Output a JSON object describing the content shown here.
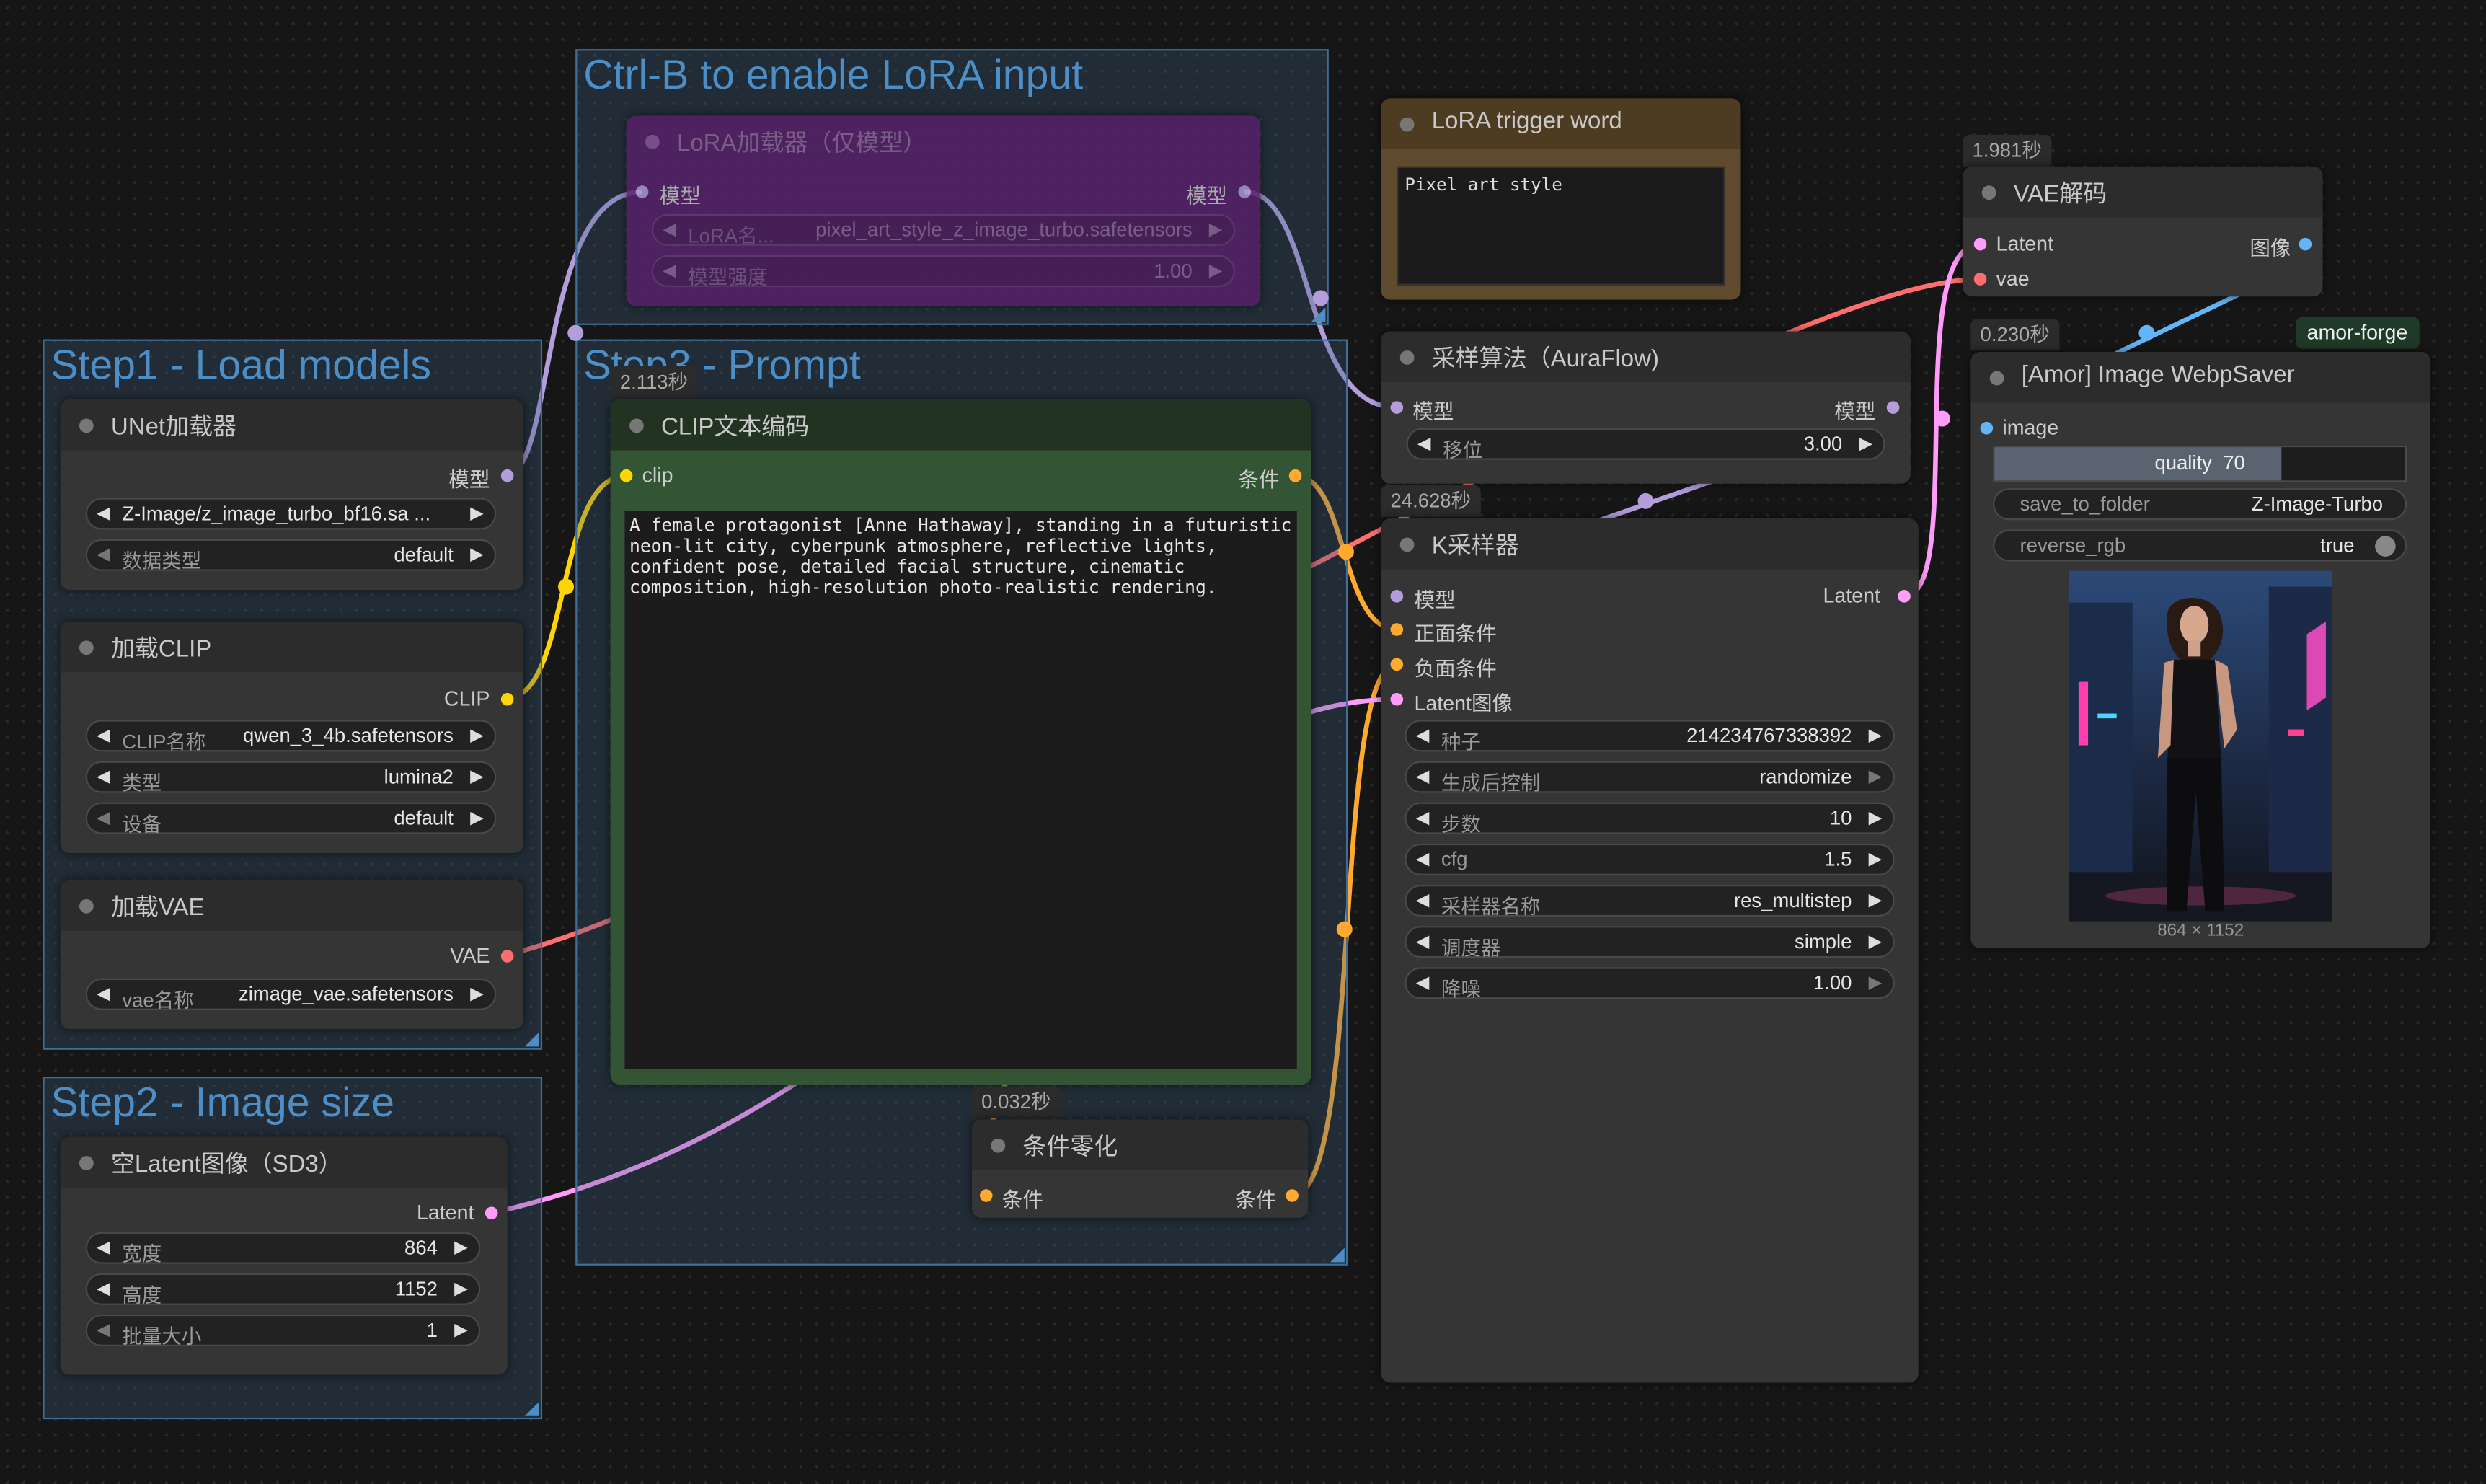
{
  "colors": {
    "model": "#b39ddb",
    "clip": "#ffd500",
    "conditioning": "#ffa931",
    "vae": "#ff6e6e",
    "latent": "#ff9cf9",
    "image": "#64b5f6"
  },
  "groups": {
    "lora": "Ctrl-B to enable LoRA input",
    "step1": "Step1 - Load models",
    "step2": "Step2 - Image size",
    "step3": "Step3 - Prompt"
  },
  "lora_loader": {
    "title": "LoRA加载器（仅模型）",
    "in_model": "模型",
    "out_model": "模型",
    "lora_name_label": "LoRA名...",
    "lora_name_value": "pixel_art_style_z_image_turbo.safetensors",
    "strength_label": "模型强度",
    "strength_value": "1.00"
  },
  "trigger_word": {
    "title": "LoRA trigger word",
    "text": "Pixel art style"
  },
  "vae_decode": {
    "timing": "1.981秒",
    "title": "VAE解码",
    "in_latent": "Latent",
    "in_vae": "vae",
    "out_image": "图像"
  },
  "webp_saver": {
    "timing": "0.230秒",
    "badge": "amor-forge",
    "title": "[Amor] Image WebpSaver",
    "in_image": "image",
    "quality_label": "quality",
    "quality_value": "70",
    "folder_label": "save_to_folder",
    "folder_value": "Z-Image-Turbo",
    "rgb_label": "reverse_rgb",
    "rgb_value": "true",
    "image_size": "864 × 1152"
  },
  "unet_loader": {
    "title": "UNet加载器",
    "out_model": "模型",
    "unet_value": "Z-Image/z_image_turbo_bf16.sa ...",
    "dtype_label": "数据类型",
    "dtype_value": "default"
  },
  "clip_loader": {
    "title": "加载CLIP",
    "out_clip": "CLIP",
    "name_label": "CLIP名称",
    "name_value": "qwen_3_4b.safetensors",
    "type_label": "类型",
    "type_value": "lumina2",
    "device_label": "设备",
    "device_value": "default"
  },
  "vae_loader": {
    "title": "加载VAE",
    "out_vae": "VAE",
    "name_label": "vae名称",
    "name_value": "zimage_vae.safetensors"
  },
  "empty_latent": {
    "title": "空Latent图像（SD3）",
    "out_latent": "Latent",
    "width_label": "宽度",
    "width_value": "864",
    "height_label": "高度",
    "height_value": "1152",
    "batch_label": "批量大小",
    "batch_value": "1"
  },
  "clip_encode": {
    "timing": "2.113秒",
    "title": "CLIP文本编码",
    "in_clip": "clip",
    "out_cond": "条件",
    "prompt": "A female protagonist [Anne Hathaway], standing in a futuristic neon-lit city, cyberpunk atmosphere, reflective lights, confident pose, detailed facial structure, cinematic composition, high-resolution photo-realistic rendering."
  },
  "cond_zero": {
    "timing": "0.032秒",
    "title": "条件零化",
    "in_cond": "条件",
    "out_cond": "条件"
  },
  "aura_sampling": {
    "title": "采样算法（AuraFlow)",
    "in_model": "模型",
    "out_model": "模型",
    "shift_label": "移位",
    "shift_value": "3.00"
  },
  "ksampler": {
    "timing": "24.628秒",
    "title": "K采样器",
    "in_model": "模型",
    "in_positive": "正面条件",
    "in_negative": "负面条件",
    "in_latent": "Latent图像",
    "out_latent": "Latent",
    "seed_label": "种子",
    "seed_value": "214234767338392",
    "control_label": "生成后控制",
    "control_value": "randomize",
    "steps_label": "步数",
    "steps_value": "10",
    "cfg_label": "cfg",
    "cfg_value": "1.5",
    "sampler_label": "采样器名称",
    "sampler_value": "res_multistep",
    "scheduler_label": "调度器",
    "scheduler_value": "simple",
    "denoise_label": "降噪",
    "denoise_value": "1.00"
  }
}
